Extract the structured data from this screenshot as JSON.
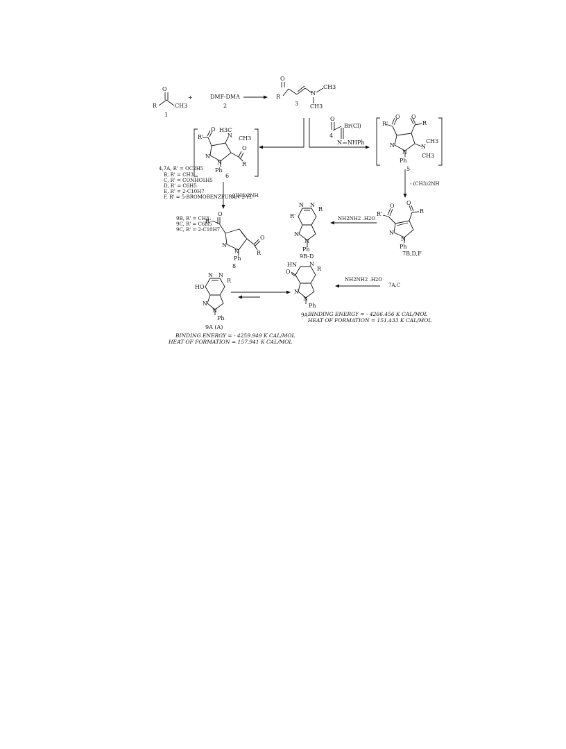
{
  "compounds": {
    "c1": {
      "number": "1",
      "r": "R",
      "o": "O",
      "ch3": "CH3"
    },
    "plus": "+",
    "c2": {
      "name": "DMF-DMA",
      "number": "2"
    },
    "c3": {
      "number": "3",
      "r": "R",
      "o": "O",
      "n": "N",
      "ch3_top": "CH3",
      "ch3_bottom": "CH3"
    },
    "c4": {
      "number": "4",
      "o": "O",
      "br": "Br(Cl)",
      "n": "N",
      "nhph": "NHPh"
    },
    "c5": {
      "number": "5",
      "r1": "R'",
      "r": "R",
      "o1": "O",
      "o2": "O",
      "n1": "N",
      "n2": "N",
      "ph": "Ph",
      "n3": "N",
      "ch3a": "CH3",
      "ch3b": "CH3"
    },
    "c6": {
      "number": "6",
      "r1": "R'",
      "o1": "O",
      "o2": "O",
      "r": "R",
      "h3c": "H3C",
      "n": "N",
      "ch3": "CH3",
      "n1": "N",
      "n2": "N",
      "ph": "Ph"
    },
    "c7": {
      "number": "7B,D,F",
      "r1": "R'",
      "o1": "O",
      "o2": "O",
      "r": "R",
      "n1": "N",
      "n2": "N",
      "ph": "Ph"
    },
    "c8": {
      "number": "8",
      "r1": "R'",
      "o1": "O",
      "o2": "O",
      "r": "R",
      "n1": "N",
      "n2": "N",
      "ph": "Ph"
    },
    "c9bd": {
      "number": "9B-D",
      "r1": "R'",
      "r": "R",
      "n1": "N",
      "n2": "N",
      "n3": "N",
      "n4": "N",
      "ph": "Ph"
    },
    "c9a": {
      "number": "9A",
      "hn": "HN",
      "n": "N",
      "o": "O",
      "r": "R",
      "n2": "N",
      "n3": "N",
      "ph": "Ph"
    },
    "c9aa": {
      "number": "9A (A)",
      "ho": "HO",
      "n1": "N",
      "n2": "N",
      "r": "R",
      "n3": "N",
      "n4": "N",
      "ph": "Ph"
    }
  },
  "substituents_7": [
    "4,7A, R' = OC2H5",
    "B, R' = CH3",
    "C, R' = CONHC6H5",
    "D, R' = C6H5",
    "E, R' = 2-C10H7",
    "F, R' = 5-BROMOBENZFURAN-2-YL"
  ],
  "substituents_9": [
    "9B, R' = CH3",
    "9C, R' = C6H5",
    "9C, R' = 2-C10H7"
  ],
  "reagents": {
    "elim_1": "- (CH3)2NH",
    "elim_2": "- (CH3)2NH",
    "hydrazine_1": "NH2NH2 .H2O",
    "hydrazine_2": "NH2NH2 .H2O",
    "source_7ac": "7A,C"
  },
  "energies": {
    "c9a_binding": "BINDING ENERGY = - 4266.456 K CAL/MOL",
    "c9a_heat": "HEAT OF FORMATION = 151.433 K CAL/MOL",
    "c9aa_binding": "BINDING ENERGY = - 4259.949 K CAL/MOL",
    "c9aa_heat": "HEAT OF FORMATION = 157.941 K CAL/MOL"
  }
}
